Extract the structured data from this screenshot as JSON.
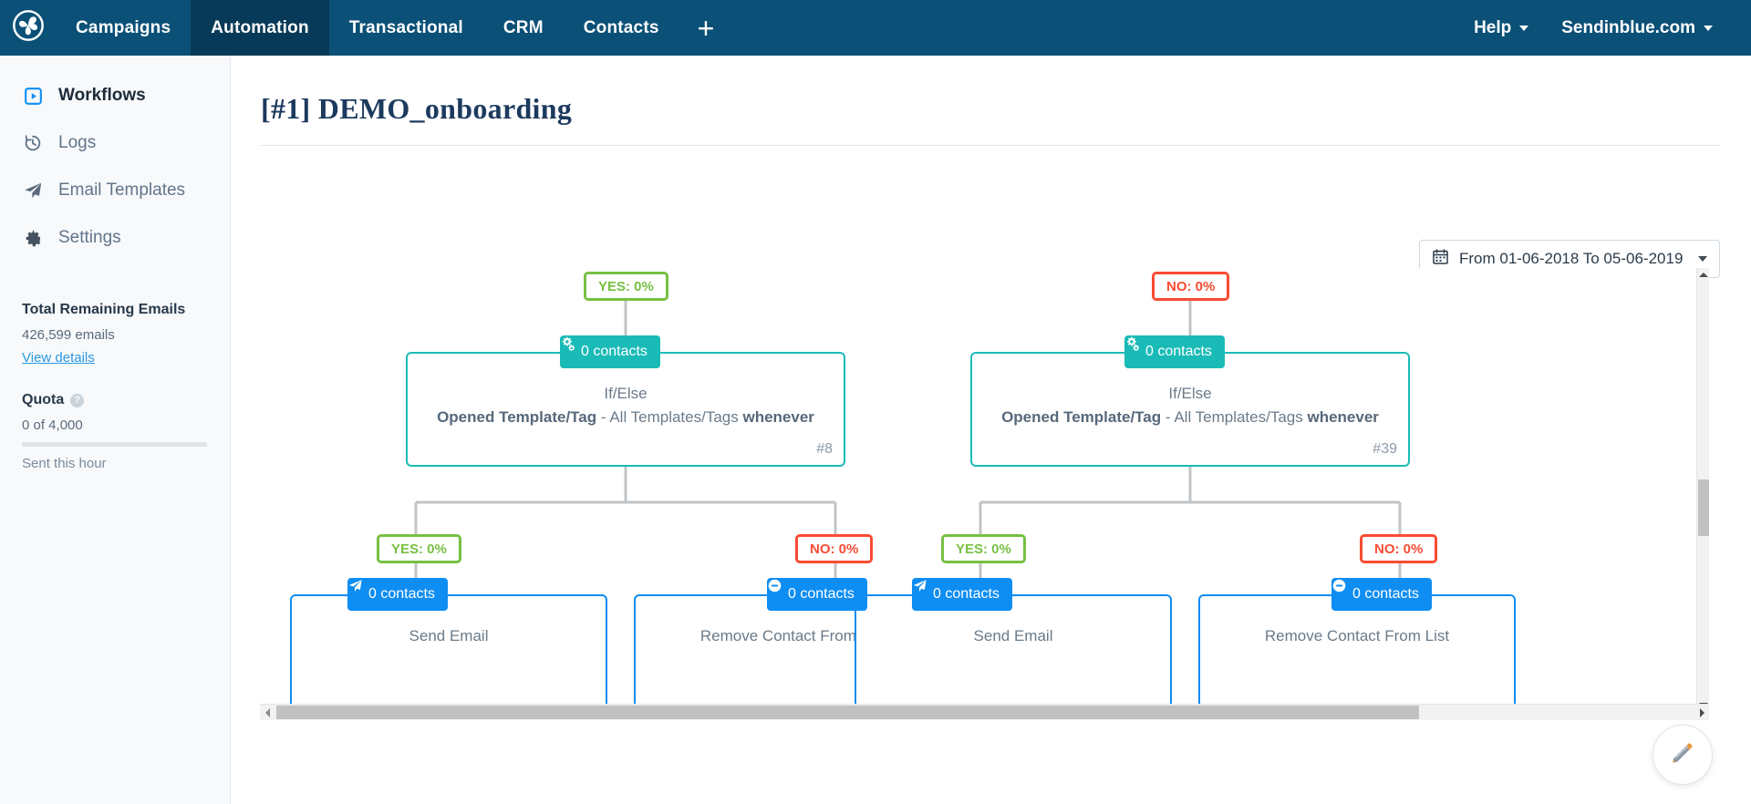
{
  "topnav": {
    "logo_icon": "sendinblue-logo-icon",
    "items": [
      {
        "label": "Campaigns",
        "active": false
      },
      {
        "label": "Automation",
        "active": true
      },
      {
        "label": "Transactional",
        "active": false
      },
      {
        "label": "CRM",
        "active": false
      },
      {
        "label": "Contacts",
        "active": false
      }
    ],
    "add_label": "+",
    "help_label": "Help",
    "account_label": "Sendinblue.com",
    "bg_color": "#0b5077",
    "active_bg_color": "#073a58"
  },
  "sidebar": {
    "items": [
      {
        "label": "Workflows",
        "icon": "play-box-icon",
        "active": true
      },
      {
        "label": "Logs",
        "icon": "history-icon",
        "active": false
      },
      {
        "label": "Email Templates",
        "icon": "paper-plane-icon",
        "active": false
      },
      {
        "label": "Settings",
        "icon": "gear-icon",
        "active": false
      }
    ],
    "remaining": {
      "heading": "Total Remaining Emails",
      "value": "426,599 emails",
      "link": "View details"
    },
    "quota": {
      "heading": "Quota",
      "help_icon": "question-mark-icon",
      "value": "0 of 4,000",
      "footer": "Sent this hour",
      "percent": 0
    }
  },
  "page": {
    "title": "[#1] DEMO_onboarding"
  },
  "date_picker": {
    "icon": "calendar-icon",
    "label": "From 01-06-2018 To 05-06-2019",
    "caret_icon": "caret-down-icon"
  },
  "workflow": {
    "branches": [
      {
        "inbound_badge": {
          "text": "YES: 0%",
          "type": "yes"
        },
        "chip": {
          "text": "0 contacts",
          "icon": "gears-icon",
          "color": "teal"
        },
        "node": {
          "type": "If/Else",
          "desc_bold_1": "Opened Template/Tag",
          "desc_mid": " - All Templates/Tags ",
          "desc_bold_2": "whenever",
          "id": "#8"
        },
        "children": [
          {
            "badge": {
              "text": "YES: 0%",
              "type": "yes"
            },
            "chip": {
              "text": "0 contacts",
              "icon": "paper-plane-icon",
              "color": "blue"
            },
            "label": "Send Email"
          },
          {
            "badge": {
              "text": "NO: 0%",
              "type": "no"
            },
            "chip": {
              "text": "0 contacts",
              "icon": "minus-circle-icon",
              "color": "blue"
            },
            "label": "Remove Contact From List"
          }
        ]
      },
      {
        "inbound_badge": {
          "text": "NO: 0%",
          "type": "no"
        },
        "chip": {
          "text": "0 contacts",
          "icon": "gears-icon",
          "color": "teal"
        },
        "node": {
          "type": "If/Else",
          "desc_bold_1": "Opened Template/Tag",
          "desc_mid": " - All Templates/Tags ",
          "desc_bold_2": "whenever",
          "id": "#39"
        },
        "children": [
          {
            "badge": {
              "text": "YES: 0%",
              "type": "yes"
            },
            "chip": {
              "text": "0 contacts",
              "icon": "paper-plane-icon",
              "color": "blue"
            },
            "label": "Send Email"
          },
          {
            "badge": {
              "text": "NO: 0%",
              "type": "no"
            },
            "chip": {
              "text": "0 contacts",
              "icon": "minus-circle-icon",
              "color": "blue"
            },
            "label": "Remove Contact From List"
          }
        ]
      }
    ],
    "colors": {
      "yes": "#77c043",
      "no": "#fa4b33",
      "teal": "#1abbb7",
      "blue": "#0e8df2",
      "connector": "#c0c4c7"
    }
  },
  "fab": {
    "icon": "pencil-icon"
  },
  "scrollbars": {
    "vertical": {
      "up_icon": "triangle-up-icon",
      "down_icon": "triangle-down-icon"
    },
    "horizontal": {
      "left_icon": "triangle-left-icon",
      "right_icon": "triangle-right-icon"
    }
  }
}
